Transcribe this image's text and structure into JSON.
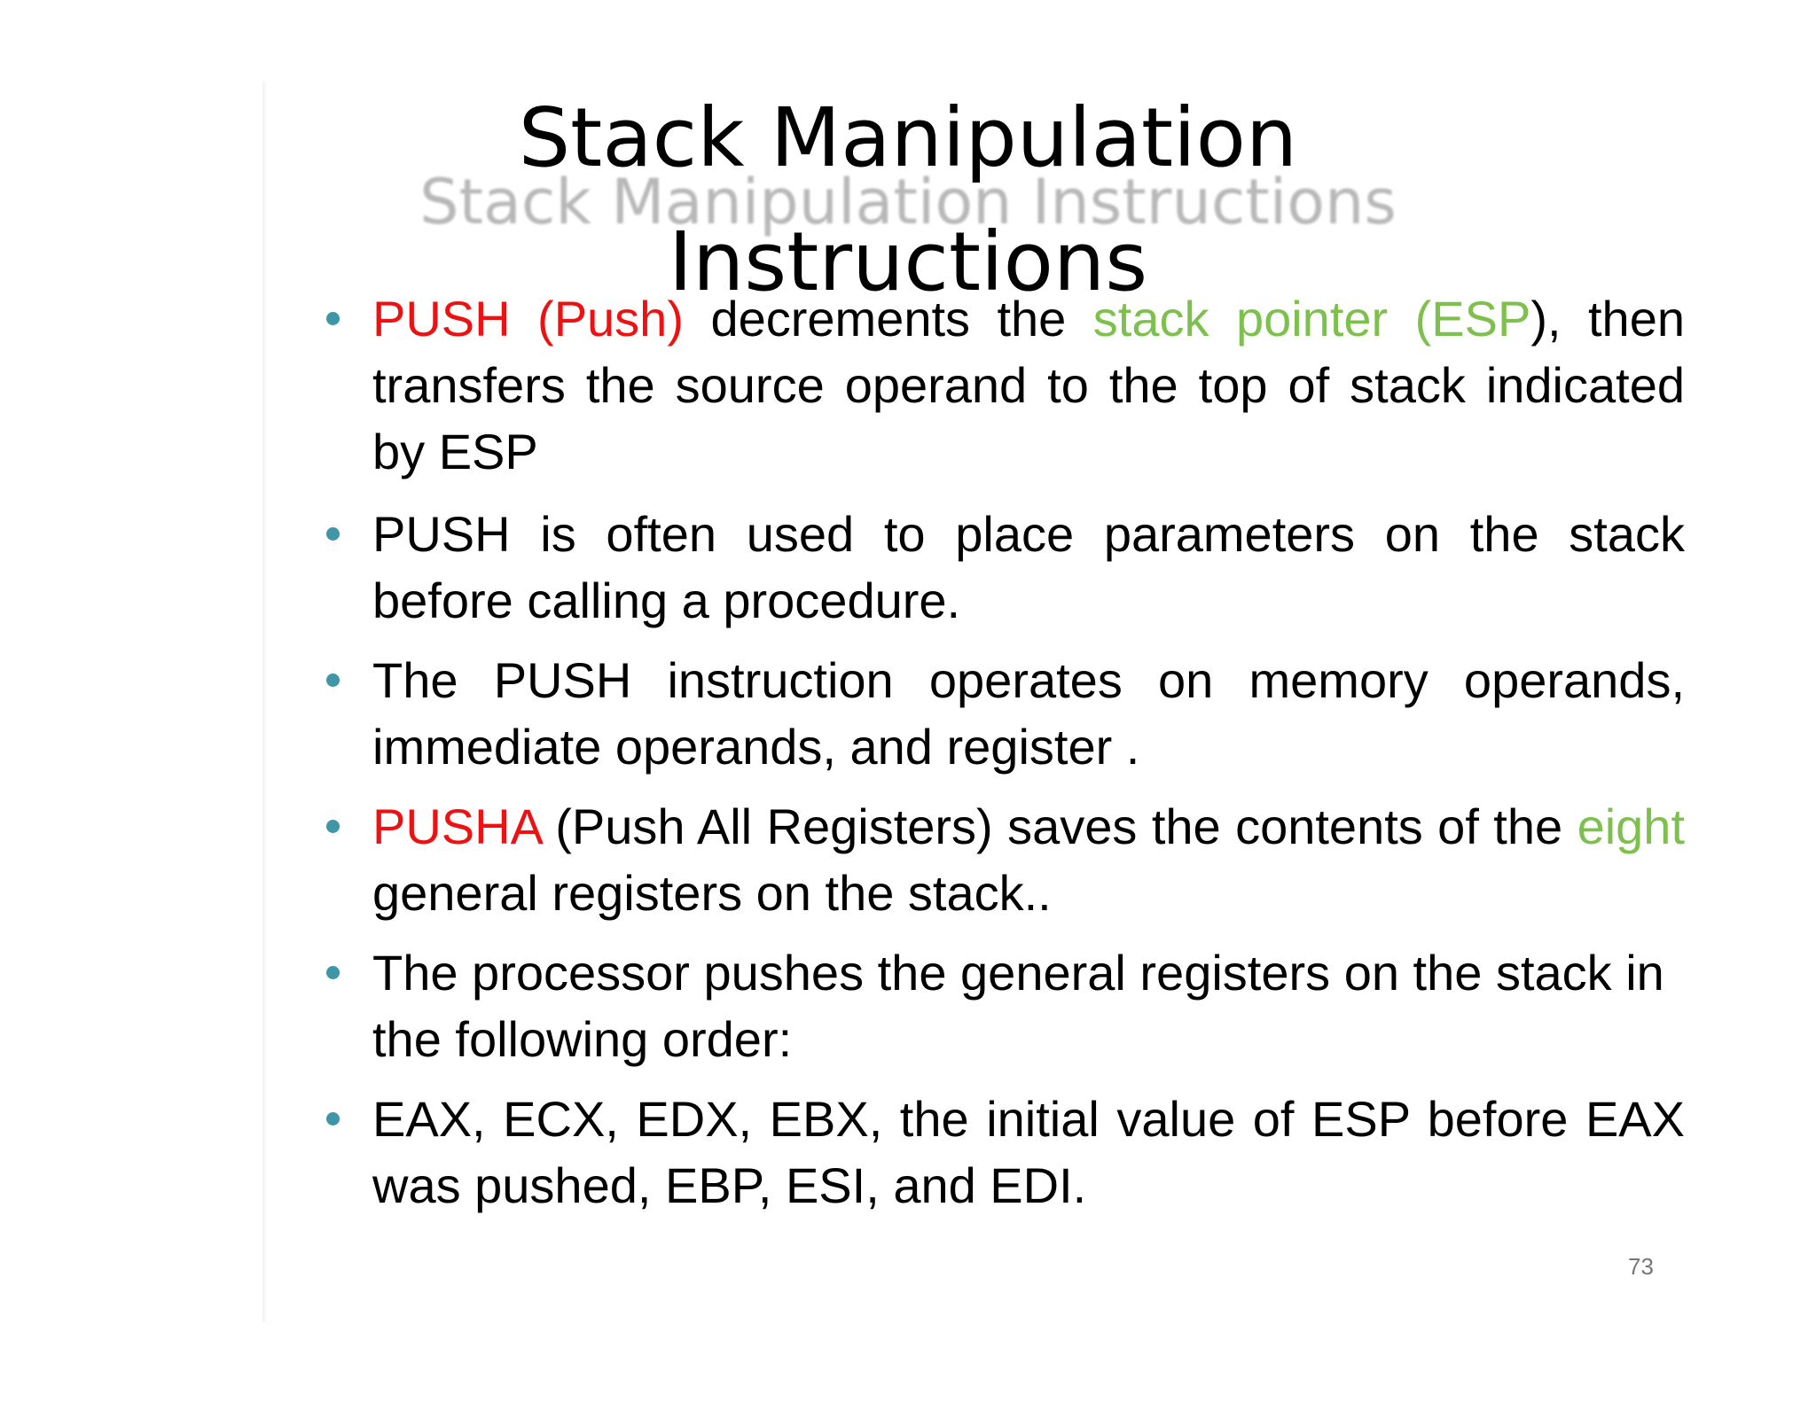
{
  "slide": {
    "title_line1": "Stack Manipulation",
    "title_line2": "Instructions",
    "ghost_title": "Stack Manipulation Instructions",
    "page_number": "73",
    "colors": {
      "highlight_red": "#ee1111",
      "highlight_green": "#7ec04e",
      "bullet": "#3f96a6"
    },
    "bullets": [
      {
        "a": "PUSH (Push)",
        "b": " decrements the ",
        "c": "stack pointer (ESP",
        "d": "), then transfers the source operand to the top of stack indicated by ESP"
      },
      {
        "text": "PUSH is often used to place parameters on the stack before calling a procedure."
      },
      {
        "text": "The PUSH instruction operates on memory operands, immediate operands, and register ."
      },
      {
        "a": "PUSHA",
        "b": " (Push All Registers) saves the contents of the ",
        "c": "eight",
        "d": " general registers on the stack.."
      },
      {
        "text": "The processor pushes the general registers on the stack in the following order:"
      },
      {
        "text": "EAX, ECX, EDX, EBX, the initial value of ESP before EAX was pushed, EBP, ESI, and EDI."
      }
    ]
  }
}
